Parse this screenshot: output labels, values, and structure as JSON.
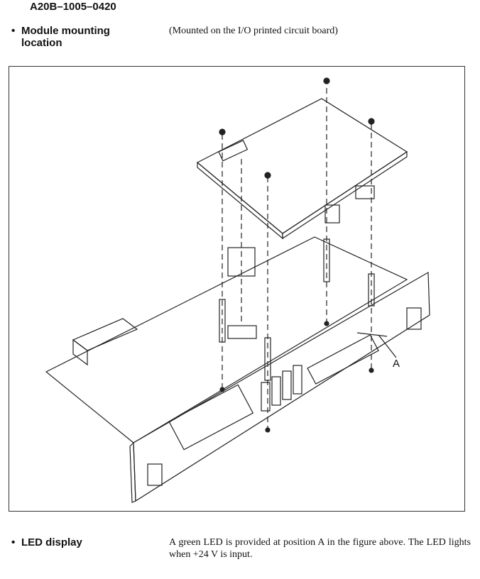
{
  "part_number": "A20B–1005–0420",
  "sections": {
    "mounting": {
      "bullet": "•",
      "label": "Module mounting location",
      "description": "(Mounted on the I/O printed circuit board)"
    },
    "figure": {
      "callout": "A"
    },
    "led": {
      "bullet": "•",
      "label": "LED display",
      "description": "A green LED is provided at position A in the figure above. The LED lights when +24 V is input."
    }
  }
}
